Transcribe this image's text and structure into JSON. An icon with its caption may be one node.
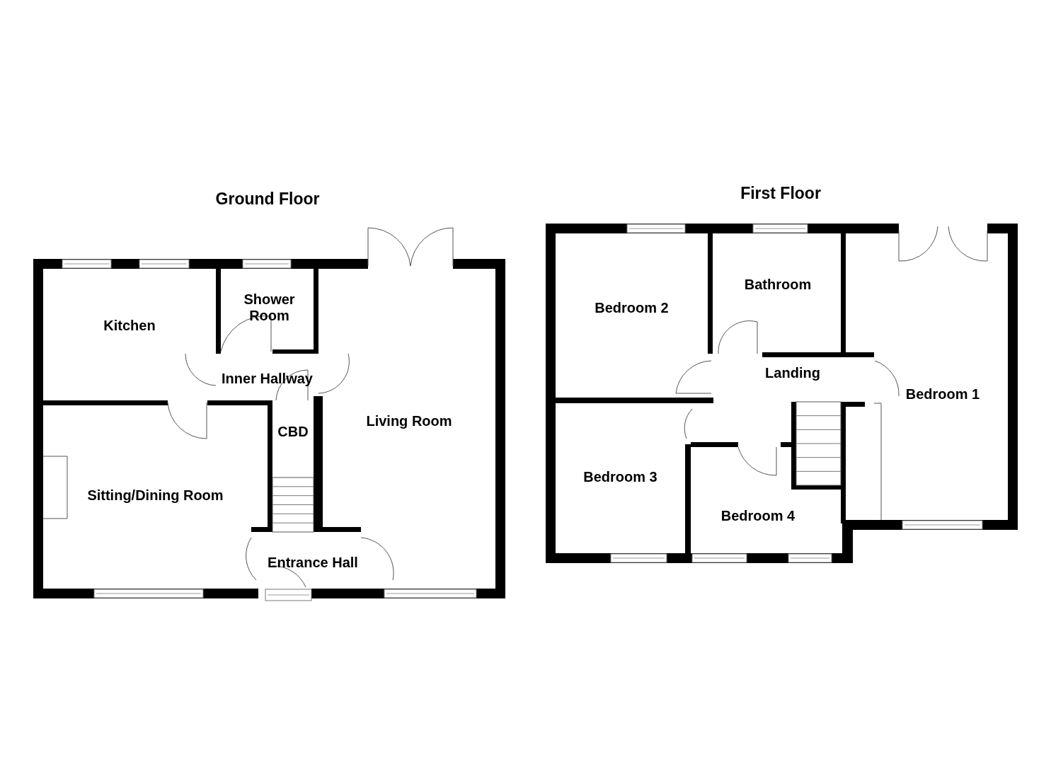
{
  "diagram": {
    "nodes": [
      {
        "text": [
          "Ground Floor"
        ]
      },
      {
        "text": [
          "Kitchen"
        ],
        "in": 0
      },
      {
        "text": [
          "Shower Room"
        ],
        "in": 0
      },
      {
        "text": [
          "Inner Hallway"
        ],
        "in": 0
      },
      {
        "text": [
          "CBD"
        ],
        "in": 0
      },
      {
        "text": [
          "Living Room"
        ],
        "in": 0
      },
      {
        "text": [
          "Sitting/Dining Room"
        ],
        "in": 0
      },
      {
        "text": [
          "Entrance Hall"
        ],
        "in": 0
      },
      {
        "text": [
          "First Floor"
        ]
      },
      {
        "text": [
          "Bedroom 2"
        ],
        "in": 8
      },
      {
        "text": [
          "Bathroom"
        ],
        "in": 8
      },
      {
        "text": [
          "Landing"
        ],
        "in": 8
      },
      {
        "text": [
          "Bedroom 1"
        ],
        "in": 8
      },
      {
        "text": [
          "Bedroom 3"
        ],
        "in": 8
      },
      {
        "text": [
          "Bedroom 4"
        ],
        "in": 8
      }
    ],
    "edges": []
  }
}
